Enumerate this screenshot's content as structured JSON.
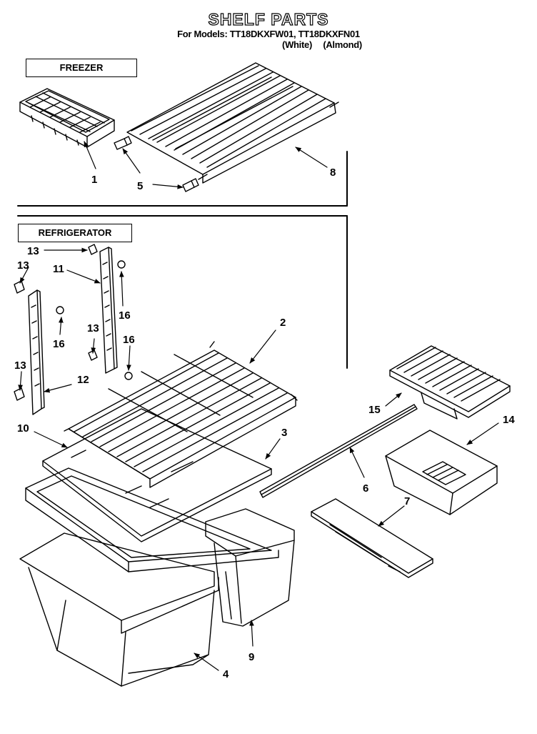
{
  "header": {
    "title": "SHELF PARTS",
    "models": "For Models: TT18DKXFW01, TT18DKXFN01",
    "color_white": "(White)",
    "color_almond": "(Almond)"
  },
  "sections": {
    "freezer": "FREEZER",
    "refrigerator": "REFRIGERATOR"
  },
  "callouts": {
    "c1": "1",
    "c2": "2",
    "c3": "3",
    "c4": "4",
    "c5": "5",
    "c6": "6",
    "c7": "7",
    "c8": "8",
    "c9": "9",
    "c10": "10",
    "c11": "11",
    "c12": "12",
    "c13a": "13",
    "c13b": "13",
    "c13c": "13",
    "c13d": "13",
    "c14": "14",
    "c15": "15",
    "c16a": "16",
    "c16b": "16",
    "c16c": "16"
  }
}
